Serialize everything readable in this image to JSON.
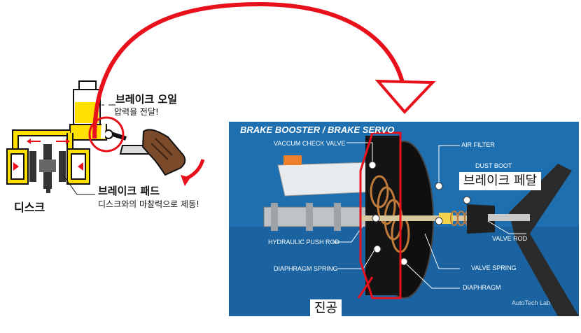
{
  "left_diagram": {
    "brake_oil_title": "브레이크 오일",
    "brake_oil_desc": "압력을 전달!",
    "brake_pad_title": "브레이크 패드",
    "brake_pad_desc": "디스크와의 마찰력으로 제동!",
    "disc_label": "디스크"
  },
  "photo": {
    "title": "BRAKE BOOSTER / BRAKE SERVO",
    "watermark": "AutoTech Lab",
    "parts": {
      "vaccum_check_valve": "VACCUM CHECK VALVE",
      "air_filter": "AIR FILTER",
      "dust_boot": "DUST BOOT",
      "hydraulic_push_rod": "HYDRAULIC PUSH ROD",
      "valve_rod": "VALVE ROD",
      "diaphragm_spring": "DIAPHRAGM SPRING",
      "valve_spring": "VALVE SPRING",
      "diaphragm": "DIAPHRAGM"
    },
    "callouts": {
      "brake_pedal": "브레이크 페달",
      "vacuum": "진공"
    }
  },
  "colors": {
    "accent_red": "#e8101b",
    "oil_yellow": "#ffe000",
    "panel_blue": "#1e6fb0"
  }
}
